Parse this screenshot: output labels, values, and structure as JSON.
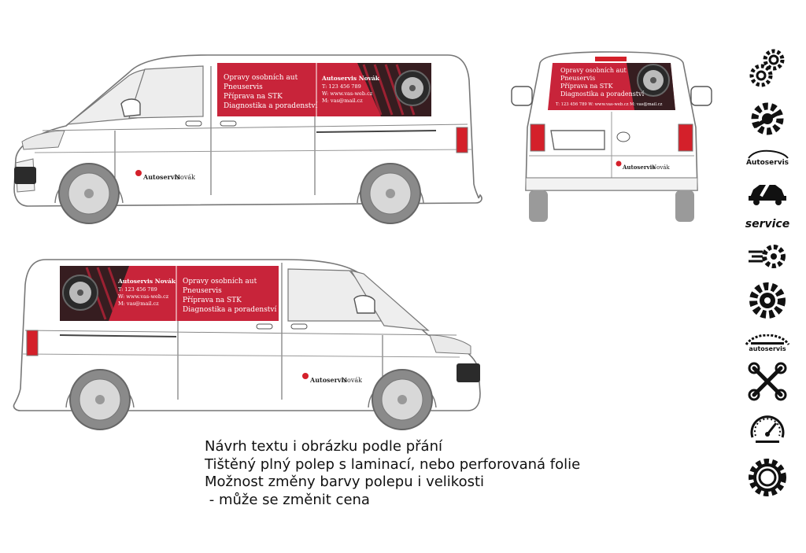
{
  "graphics": {
    "body_color": "#ffffff",
    "outline_color": "#777777",
    "wrap_color": "#c8243a",
    "dark_color": "#1c1c1c",
    "taillight_color": "#d4202a"
  },
  "wrap": {
    "services": [
      "Opravy osobních aut",
      "Pneuservis",
      "Příprava na STK",
      "Diagnostika a poradenství"
    ],
    "company": "Autoservis Novák",
    "phone": "T: 123 456 789",
    "web": "W: www.vas-web.cz",
    "mail": "M: vas@mail.cz",
    "rear_contact": "T: 123 456 789   W: www.vas-web.cz   M: vas@mail.cz"
  },
  "door_logo": {
    "bold": "Autoservis",
    "light": "Novák"
  },
  "notes": [
    "Návrh textu i obrázku podle přání",
    "Tištěný plný polep s laminací, nebo perforovaná folie",
    "Možnost změny barvy polepu i velikosti",
    " - může se změnit cena"
  ],
  "icons": [
    {
      "name": "gears-icon"
    },
    {
      "name": "gear-wrench-icon"
    },
    {
      "name": "car-logo-icon",
      "label": "Autoservis"
    },
    {
      "name": "car-repair-icon"
    },
    {
      "name": "service-logo-icon",
      "label": "service"
    },
    {
      "name": "fast-gear-icon"
    },
    {
      "name": "gear-tools-icon"
    },
    {
      "name": "car-gear-logo-icon",
      "label": "autoservis"
    },
    {
      "name": "crossed-wrenches-icon"
    },
    {
      "name": "speedometer-icon"
    },
    {
      "name": "single-gear-icon"
    }
  ]
}
